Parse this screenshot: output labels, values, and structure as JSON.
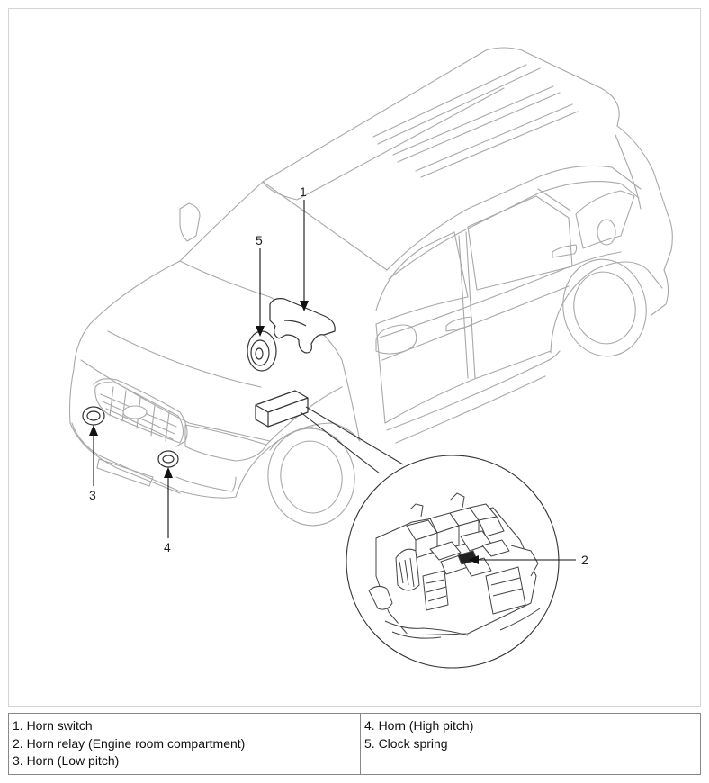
{
  "callouts": {
    "c1": "1",
    "c2": "2",
    "c3": "3",
    "c4": "4",
    "c5": "5"
  },
  "legend": {
    "left": [
      "1. Horn switch",
      "2. Horn relay (Engine room compartment)",
      "3. Horn (Low pitch)"
    ],
    "right": [
      "4. Horn (High pitch)",
      "5. Clock spring"
    ]
  }
}
